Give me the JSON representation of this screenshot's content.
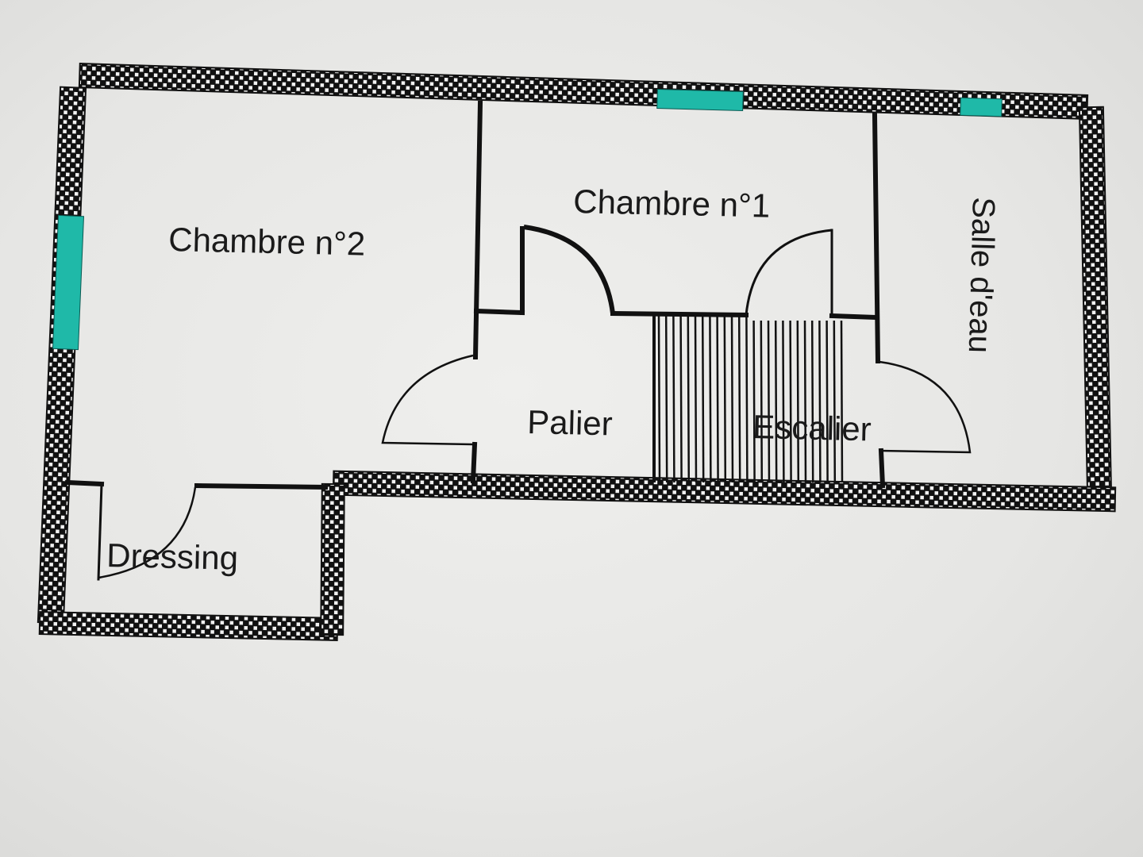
{
  "plan": {
    "rooms": [
      {
        "id": "chambre-2",
        "label": "Chambre n°2"
      },
      {
        "id": "chambre-1",
        "label": "Chambre n°1"
      },
      {
        "id": "salle-deau",
        "label": "Salle d'eau"
      },
      {
        "id": "palier",
        "label": "Palier"
      },
      {
        "id": "escalier",
        "label": "Escalier"
      },
      {
        "id": "dressing",
        "label": "Dressing"
      }
    ],
    "colors": {
      "window": "#1fb9a8",
      "wall_dark": "#111111",
      "wall_light": "#f2f2f2",
      "line": "#111111",
      "background": "#e6e6e4"
    }
  }
}
